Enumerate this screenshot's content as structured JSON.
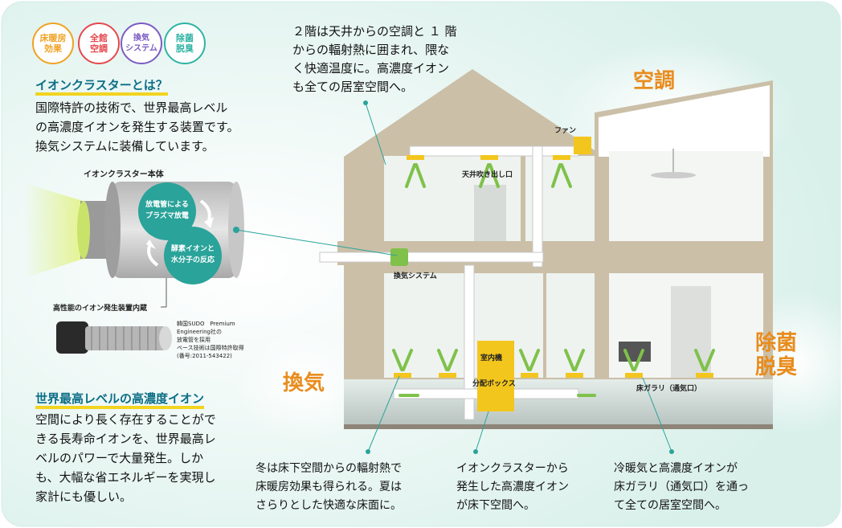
{
  "badges": [
    {
      "label": "床暖房\n効果",
      "color": "#f0a224"
    },
    {
      "label": "全館\n空調",
      "color": "#e5484d"
    },
    {
      "label": "換気\nシステム",
      "color": "#7b5cc4"
    },
    {
      "label": "除菌\n脱臭",
      "color": "#2fb3a3"
    }
  ],
  "ion_section": {
    "heading": "イオンクラスターとは？",
    "body": "国際特許の技術で、世界最高レベル\nの高濃度イオンを発生する装置です。\n換気システムに装備しています。",
    "device_title": "イオンクラスター本体",
    "circle_top": "放電管による\nプラズマ放電",
    "circle_bottom": "酵素イオンと\n水分子の反応",
    "device_caption": "高性能のイオン発生装置内蔵",
    "engineering_note": "韓国SUDO　Premium\nEngineering社の\n放電管を採用\nベース技術は国際特許取得\n(番号:2011-543422)"
  },
  "world_section": {
    "heading": "世界最高レベルの高濃度イオン",
    "body": "空間により長く存在することがで\nきる長寿命イオンを、世界最高レ\nベルのパワーで大量発生。しか\nも、大幅な省エネルギーを実現し\n家計にも優しい。"
  },
  "house": {
    "top_note": "２階は天井からの空調と １ 階\nからの輻射熱に囲まれ、隈な\nく快適温度に。高濃度イオン\nも全ての居室空間へ。",
    "fan_label": "ファン",
    "ceiling_outlet_label": "天井吹き出し口",
    "ventilation_label": "換気システム",
    "indoor_unit_label": "室内機",
    "distribution_box_label": "分配ボックス",
    "floor_vent_label": "床ガラリ（通気口）",
    "title_aircon": "空調",
    "title_ventilation": "換気",
    "title_sterilize": "除菌\n脱臭"
  },
  "bottom_notes": [
    "冬は床下空間からの輻射熱で\n床暖房効果も得られる。夏は\nさらりとした快適な床面に。",
    "イオンクラスターから\n発生した高濃度イオン\nが床下空間へ。",
    "冷暖気と高濃度イオンが\n床ガラリ（通気口）を通っ\nて全ての居室空間へ。"
  ]
}
